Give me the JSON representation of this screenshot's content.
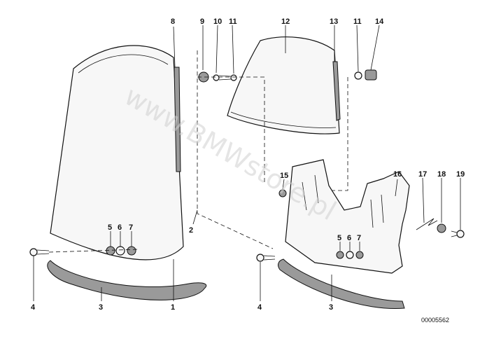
{
  "watermark": "www.BMWstore.pl",
  "reference_number": "00005562",
  "callouts": {
    "c1": "1",
    "c2": "2",
    "c3a": "3",
    "c3b": "3",
    "c4a": "4",
    "c4b": "4",
    "c5a": "5",
    "c6a": "6",
    "c7a": "7",
    "c5b": "5",
    "c6b": "6",
    "c7b": "7",
    "c8": "8",
    "c9": "9",
    "c10": "10",
    "c11a": "11",
    "c11b": "11",
    "c12": "12",
    "c13": "13",
    "c14": "14",
    "c15": "15",
    "c16": "16",
    "c17": "17",
    "c18": "18",
    "c19": "19"
  }
}
